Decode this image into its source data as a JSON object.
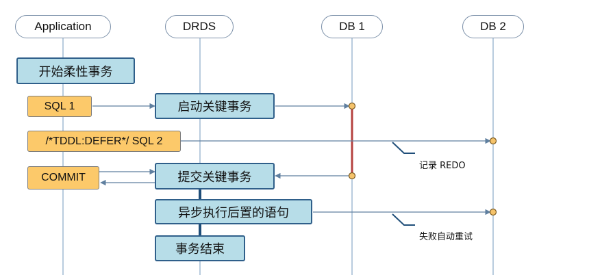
{
  "participants": {
    "application": "Application",
    "drds": "DRDS",
    "db1": "DB 1",
    "db2": "DB 2"
  },
  "steps": {
    "start_flexible_tx": "开始柔性事务",
    "sql1": "SQL 1",
    "start_key_tx": "启动关键事务",
    "deferred_sql2": "/*TDDL:DEFER*/ SQL 2",
    "commit": "COMMIT",
    "commit_key_tx": "提交关键事务",
    "async_exec": "异步执行后置的语句",
    "tx_end": "事务结束"
  },
  "notes": {
    "record_redo": "记录 REDO",
    "retry_on_failure": "失败自动重试"
  },
  "colors": {
    "lifeline": "#8aa9c8",
    "arrow": "#5f7f9f",
    "blue_fill": "#b7dde8",
    "orange_fill": "#fcc96a",
    "db1_lock_line": "#b5413f",
    "drds_active_bar": "#1f4e79",
    "endpoint_dot": "#f5c36b"
  }
}
